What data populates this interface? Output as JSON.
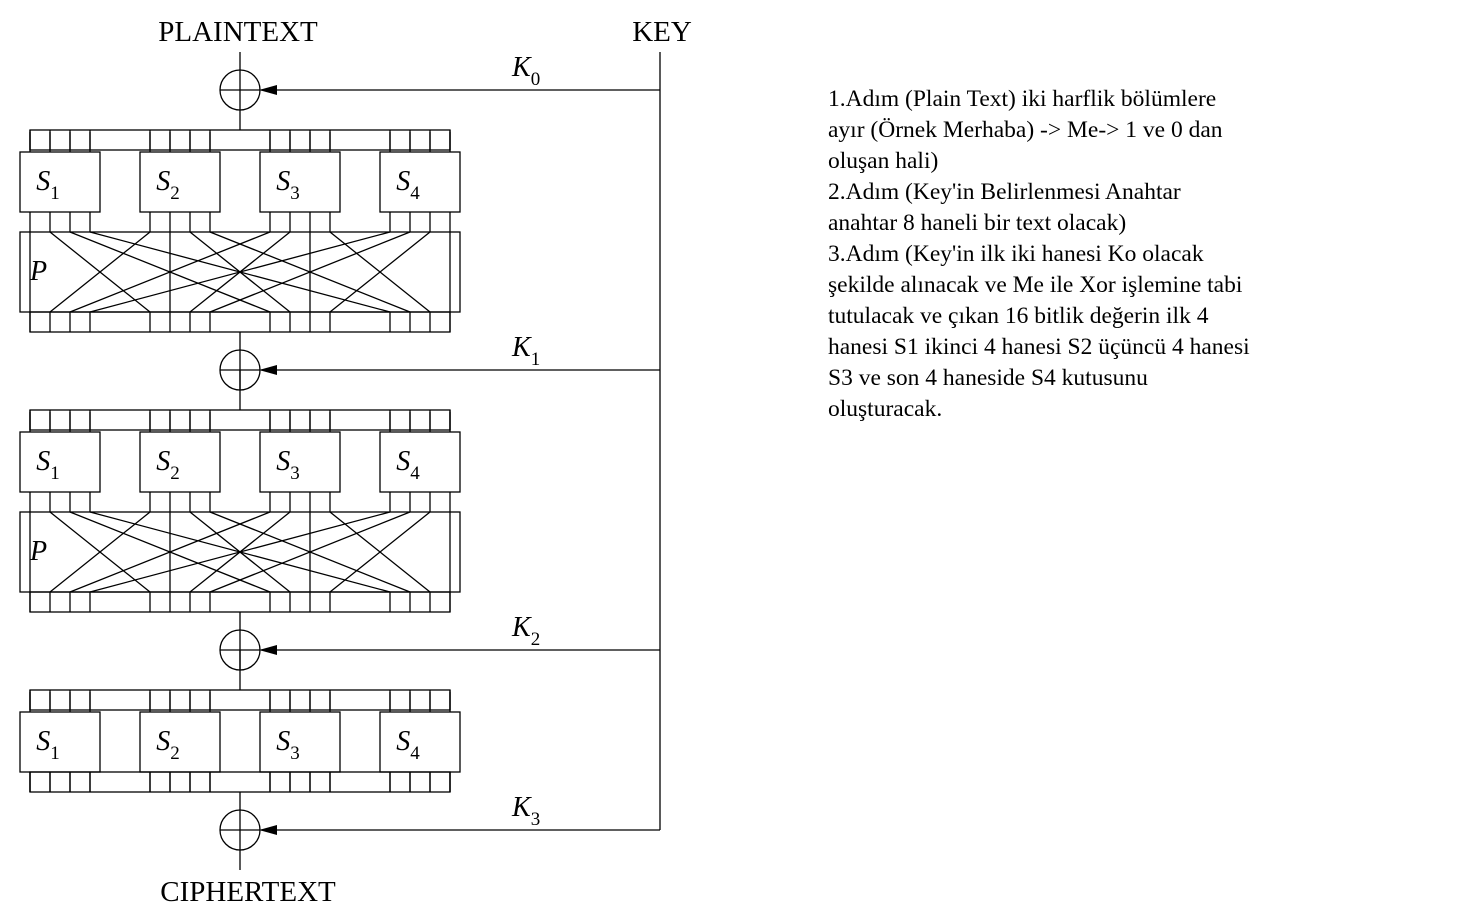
{
  "labels": {
    "plaintext": "PLAINTEXT",
    "key": "KEY",
    "ciphertext": "CIPHERTEXT",
    "sbox_letter": "S",
    "pbox_letter": "P",
    "key_letter": "K"
  },
  "rounds": [
    {
      "sboxes": [
        "1",
        "2",
        "3",
        "4"
      ],
      "has_permutation": true
    },
    {
      "sboxes": [
        "1",
        "2",
        "3",
        "4"
      ],
      "has_permutation": true
    },
    {
      "sboxes": [
        "1",
        "2",
        "3",
        "4"
      ],
      "has_permutation": false
    }
  ],
  "subkeys": [
    "0",
    "1",
    "2",
    "3"
  ],
  "notes": [
    "1.Adım (Plain Text) iki harflik bölümlere",
    "ayır (Örnek Merhaba) -> Me-> 1 ve 0 dan",
    "oluşan hali)",
    "2.Adım (Key'in Belirlenmesi Anahtar",
    "anahtar 8 haneli bir text olacak)",
    "3.Adım (Key'in ilk iki hanesi Ko olacak",
    "şekilde alınacak ve Me ile Xor işlemine tabi",
    "tutulacak ve çıkan 16 bitlik değerin ilk 4",
    "hanesi S1 ikinci 4 hanesi S2 üçüncü 4 hanesi",
    "S3 ve son 4 haneside S4 kutusunu",
    "oluşturacak."
  ]
}
